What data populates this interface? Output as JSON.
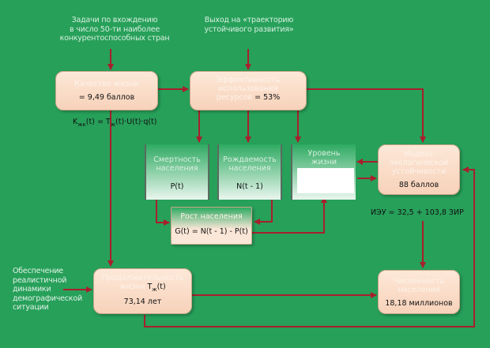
{
  "ghost_top_left": {
    "line1": "Задачи по вхождению",
    "line2": "в число 50-ти наиболее",
    "line3": "конкурентоспособных стран"
  },
  "ghost_top_right": {
    "line1": "Выход на «траекторию",
    "line2": "устойчивого развития»"
  },
  "ghost_left": {
    "line1": "Обеспечение",
    "line2": "реалистичной",
    "line3": "динамики",
    "line4": "демографической",
    "line5": "ситуации"
  },
  "quality_of_life": {
    "title": "Качество жизни",
    "value": "= 9,49 баллов"
  },
  "efficiency": {
    "title1": "Эффективность",
    "title2": "использования",
    "title3": "ресурсов",
    "value": "= 53%"
  },
  "formula_k": {
    "k": "K",
    "ksub": "жк",
    "mid": "(t) = T",
    "tsub": "ж",
    "end": "(t)·U(t)·q(t)"
  },
  "box_p": {
    "title1": "Смертность",
    "title2": "населения",
    "value": "P(t)"
  },
  "box_n": {
    "title1": "Рождаемость",
    "title2": "населения",
    "value": "N(t - 1)"
  },
  "box_u": {
    "title1": "Уровень",
    "title2": "жизни"
  },
  "ecology": {
    "title1": "Индекс",
    "title2": "экологической",
    "title3": "устойчивости",
    "value": "88 баллов"
  },
  "formula_ieu": "ИЭУ = 32,5 + 103,8 ЗИР",
  "growth": {
    "title": "Рост населения",
    "value": "G(t) = N(t - 1) - P(t)"
  },
  "life_expectancy": {
    "title1": "Продолжительность",
    "title2": "жизни",
    "t": "T",
    "tsub": "ж",
    "targ": "(t)",
    "value": "73,14 лет"
  },
  "population": {
    "title1": "Численность",
    "title2": "населения",
    "value": "18,18 миллионов"
  },
  "colors": {
    "background": "#27a05a",
    "arrow": "#a81f2c",
    "box_fill": "#fbdcc8"
  }
}
